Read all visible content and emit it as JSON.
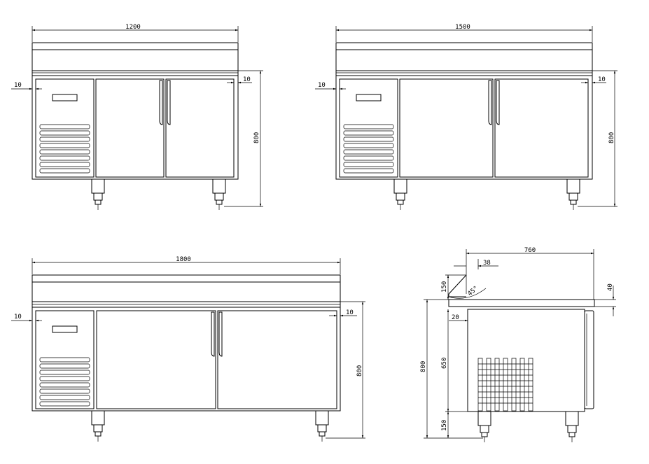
{
  "views": {
    "w1200": {
      "width": "1200",
      "height": "800",
      "left_gap": "10",
      "right_gap": "10"
    },
    "w1500": {
      "width": "1500",
      "height": "800",
      "left_gap": "10",
      "right_gap": "10"
    },
    "w1800": {
      "width": "1800",
      "height": "800",
      "left_gap": "10",
      "right_gap": "10"
    },
    "side": {
      "depth": "760",
      "top_offset": "38",
      "angle": "45°",
      "splash_height": "150",
      "top_thickness": "40",
      "gap": "20",
      "total_height": "800",
      "body_height": "650",
      "leg_height": "150"
    }
  }
}
